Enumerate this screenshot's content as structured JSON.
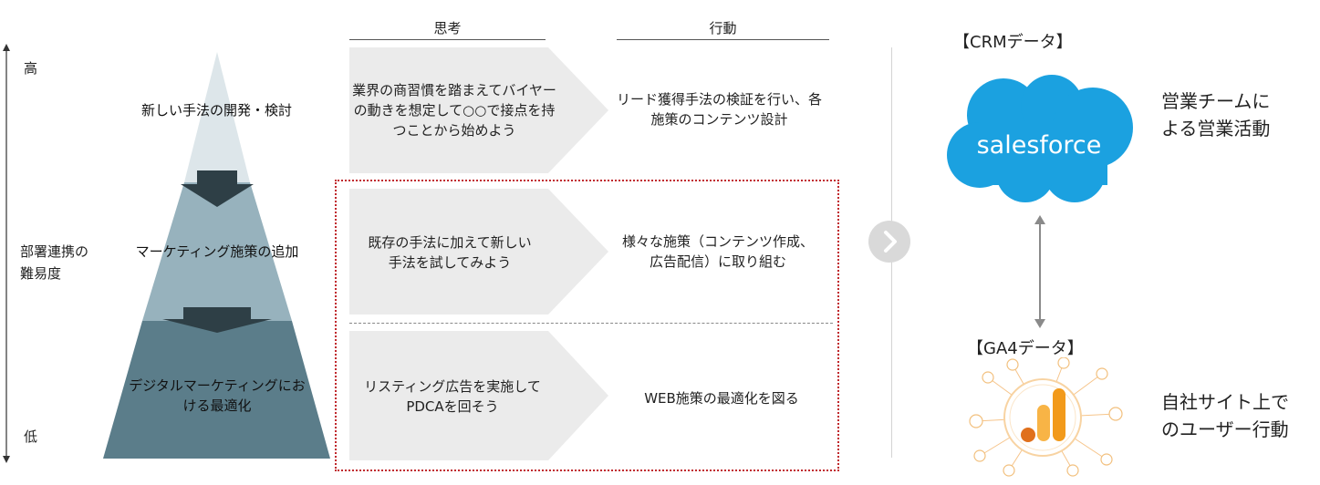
{
  "axis": {
    "high": "高",
    "low": "低",
    "label": "部署連携の\n難易度"
  },
  "pyramid": {
    "tiers": [
      {
        "label": "新しい手法の開発・検討",
        "color": "#dde6ea"
      },
      {
        "label": "マーケティング施策の追加",
        "color": "#97b2bd"
      },
      {
        "label": "デジタルマーケティングにおける最適化",
        "color": "#5b7d8a"
      }
    ],
    "arrow_color": "#2e3f46"
  },
  "columns": {
    "think": "思考",
    "act": "行動"
  },
  "rows": [
    {
      "think": "業界の商習慣を踏まえてバイヤーの動きを想定して○○で接点を持つことから始めよう",
      "act": "リード獲得手法の検証を行い、各施策のコンテンツ設計"
    },
    {
      "think": "既存の手法に加えて新しい手法を試してみよう",
      "act": "様々な施策（コンテンツ作成、広告配信）に取り組む"
    },
    {
      "think": "リスティング広告を実施してPDCAを回そう",
      "act": "WEB施策の最適化を図る"
    }
  ],
  "highlight_color": "#c0282d",
  "right": {
    "crm_label": "【CRMデータ】",
    "salesforce_logo": "salesforce",
    "crm_desc": "営業チームによる営業活動",
    "ga4_label": "【GA4データ】",
    "ga4_desc": "自社サイト上でのユーザー行動",
    "salesforce_color": "#1ba1e0",
    "ga4_orange": "#f29a1b",
    "ga4_dark": "#e0701c"
  },
  "icons": {
    "next": "chevron-right-icon",
    "bidirectional": "double-arrow-icon"
  }
}
